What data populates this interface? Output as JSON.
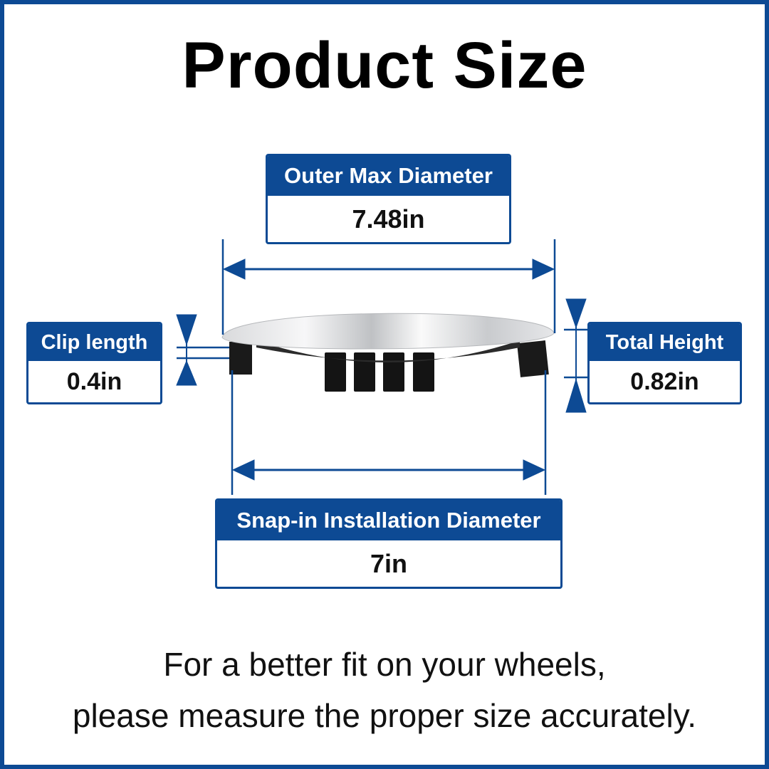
{
  "title": "Product Size",
  "labels": {
    "outer": {
      "header": "Outer Max Diameter",
      "value": "7.48in"
    },
    "clip": {
      "header": "Clip length",
      "value": "0.4in"
    },
    "height": {
      "header": "Total Height",
      "value": "0.82in"
    },
    "snap": {
      "header": "Snap-in Installation Diameter",
      "value": "7in"
    }
  },
  "footer": {
    "line1": "For a better fit on your wheels,",
    "line2": "please measure the proper size accurately."
  },
  "colors": {
    "accent": "#0d4a94",
    "border": "#0d4a94"
  },
  "icons": [
    "arrow-icon"
  ]
}
